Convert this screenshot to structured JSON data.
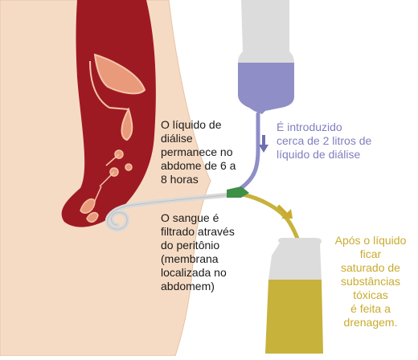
{
  "labels": {
    "remains": "O líquido de\ndiálise\npermanece no\nabdome de 6 a\n8 horas",
    "filter": "O sangue é\nfiltrado através\ndo peritônio\n(membrana\nlocalizada no\nabdomem)",
    "intro": "É introduzido\ncerca de 2 litros de\nlíquido de diálise",
    "drain": "Após o líquido ficar\nsaturado de\nsubstâncias tóxicas\né feita a drenagem."
  },
  "colors": {
    "skin": "#f6dbc4",
    "skin_outline": "#e6c2a4",
    "abdomen": "#9e1a22",
    "organ": "#e99a7a",
    "organ_outline": "#f5c5aa",
    "bag_empty": "#dcdcdc",
    "dialysis_fluid": "#8f8ec6",
    "drain_fluid": "#c7b23c",
    "catheter": "#d9d9d9",
    "connector": "#3e8f48",
    "text_dark": "#1a1a1a",
    "text_intro": "#7f7fbf",
    "text_drain": "#c9ab2f"
  }
}
